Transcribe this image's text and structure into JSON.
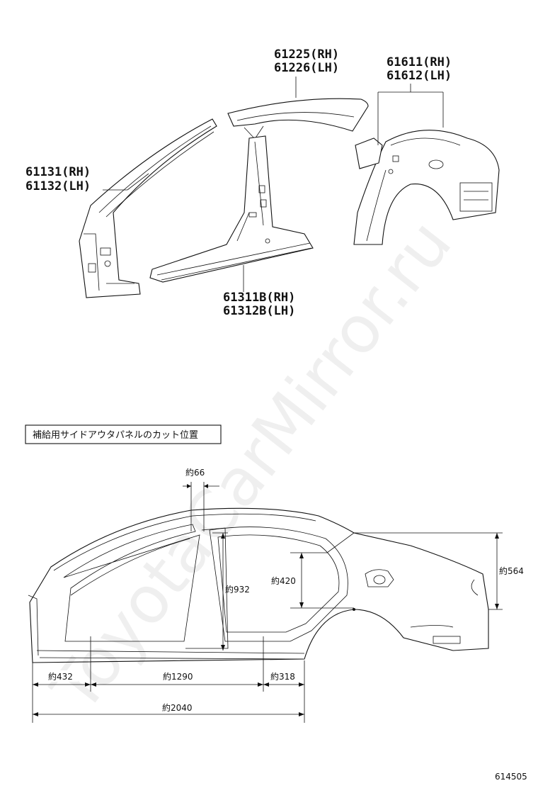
{
  "parts": {
    "roof_rail_rh": "61225(RH)",
    "roof_rail_lh": "61226(LH)",
    "quarter_rh": "61611(RH)",
    "quarter_lh": "61612(LH)",
    "front_pillar_rh": "61131(RH)",
    "front_pillar_lh": "61132(LH)",
    "rocker_rh": "61311B(RH)",
    "rocker_lh": "61312B(LH)"
  },
  "cut_section": {
    "title": "補給用サイドアウタパネルのカット位置"
  },
  "dimensions": {
    "d66": "約66",
    "d932": "約932",
    "d420": "約420",
    "d564": "約564",
    "d432": "約432",
    "d1290": "約1290",
    "d318": "約318",
    "d2040": "約2040"
  },
  "ref_code": "614505",
  "watermark": "ToyotaCarMirror.ru"
}
